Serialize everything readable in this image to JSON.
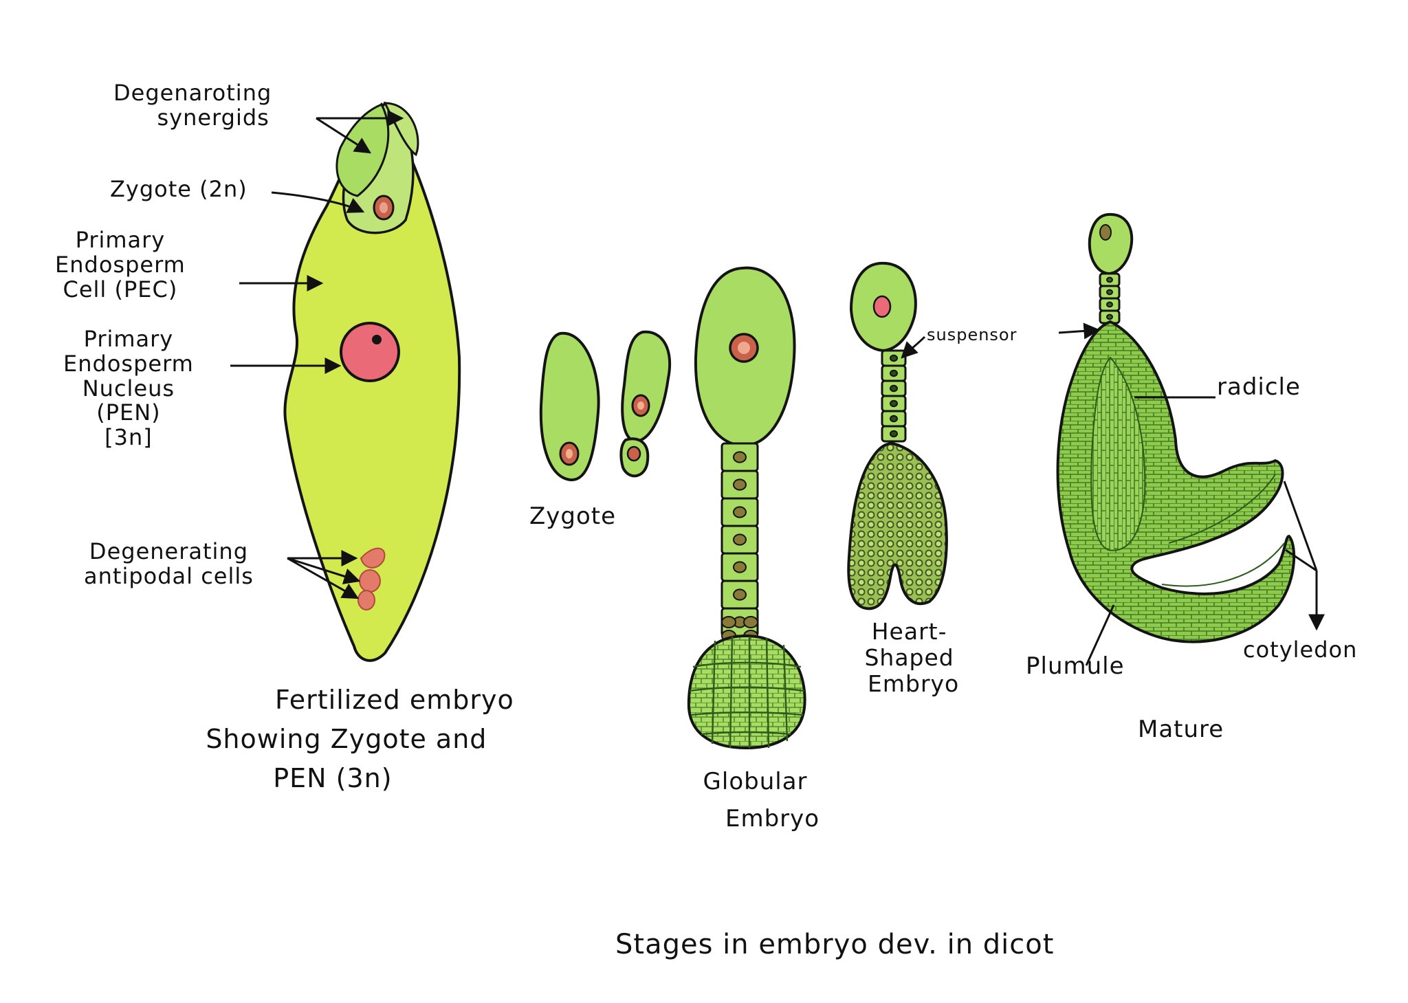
{
  "colors": {
    "outline": "#141414",
    "sac_fill": "#d2ea4e",
    "cell_fill": "#a9dc63",
    "cell_light": "#bfe57a",
    "mesh_dark": "#4f8a2c",
    "heart_dark": "#3c5a22",
    "mature_fill": "#8fca4c",
    "nucleus_pink": "#ea6a78",
    "nucleus_small": "#c9624a",
    "antipodal": "#e47a6a"
  },
  "labels": {
    "synergids": [
      "Degenaroting",
      "synergids"
    ],
    "zygote_2n": "Zygote (2n)",
    "pec": [
      "Primary",
      "Endosperm",
      "Cell (PEC)"
    ],
    "pen": [
      "Primary",
      "Endosperm",
      "Nucleus",
      "(PEN)",
      "[3n]"
    ],
    "antipodal": [
      "Degenerating",
      "antipodal cells"
    ],
    "caption_left": [
      "Fertilized embryo",
      "Showing Zygote and",
      "PEN (3n)"
    ],
    "zygote": "Zygote",
    "globular": [
      "Globular",
      "Embryo"
    ],
    "heart": [
      "Heart-",
      "Shaped",
      "Embryo"
    ],
    "suspensor": "suspensor",
    "radicle": "radicle",
    "plumule": "Plumule",
    "cotyledon": "cotyledon",
    "mature": "Mature",
    "title": "Stages in embryo dev. in dicot"
  }
}
